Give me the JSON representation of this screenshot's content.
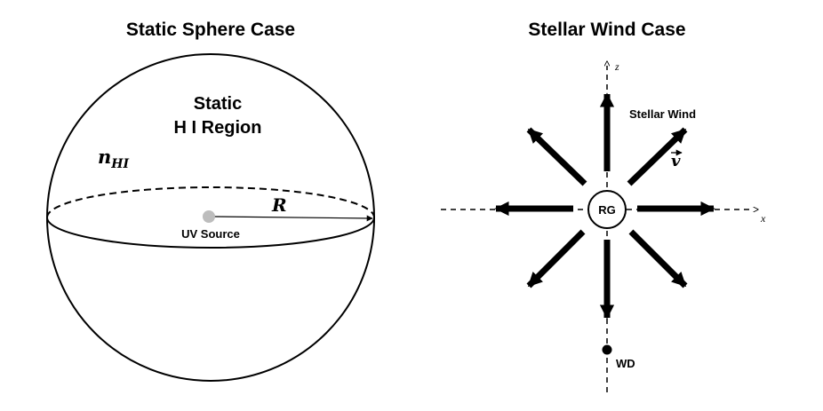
{
  "left_panel": {
    "title": "Static Sphere Case",
    "region_line1": "Static",
    "region_line2": "H I Region",
    "density_symbol": "n",
    "density_subscript": "HI",
    "radius_symbol": "R",
    "source_label": "UV Source",
    "colors": {
      "outline": "#000000",
      "source": "#bdbdbd"
    }
  },
  "right_panel": {
    "title": "Stellar Wind Case",
    "wind_label": "Stellar Wind",
    "velocity_symbol": "v",
    "star_label": "RG",
    "companion_label": "WD",
    "x_axis_label": "x",
    "z_axis_label": "z",
    "colors": {
      "arrows": "#000000",
      "axes": "#000000"
    }
  }
}
